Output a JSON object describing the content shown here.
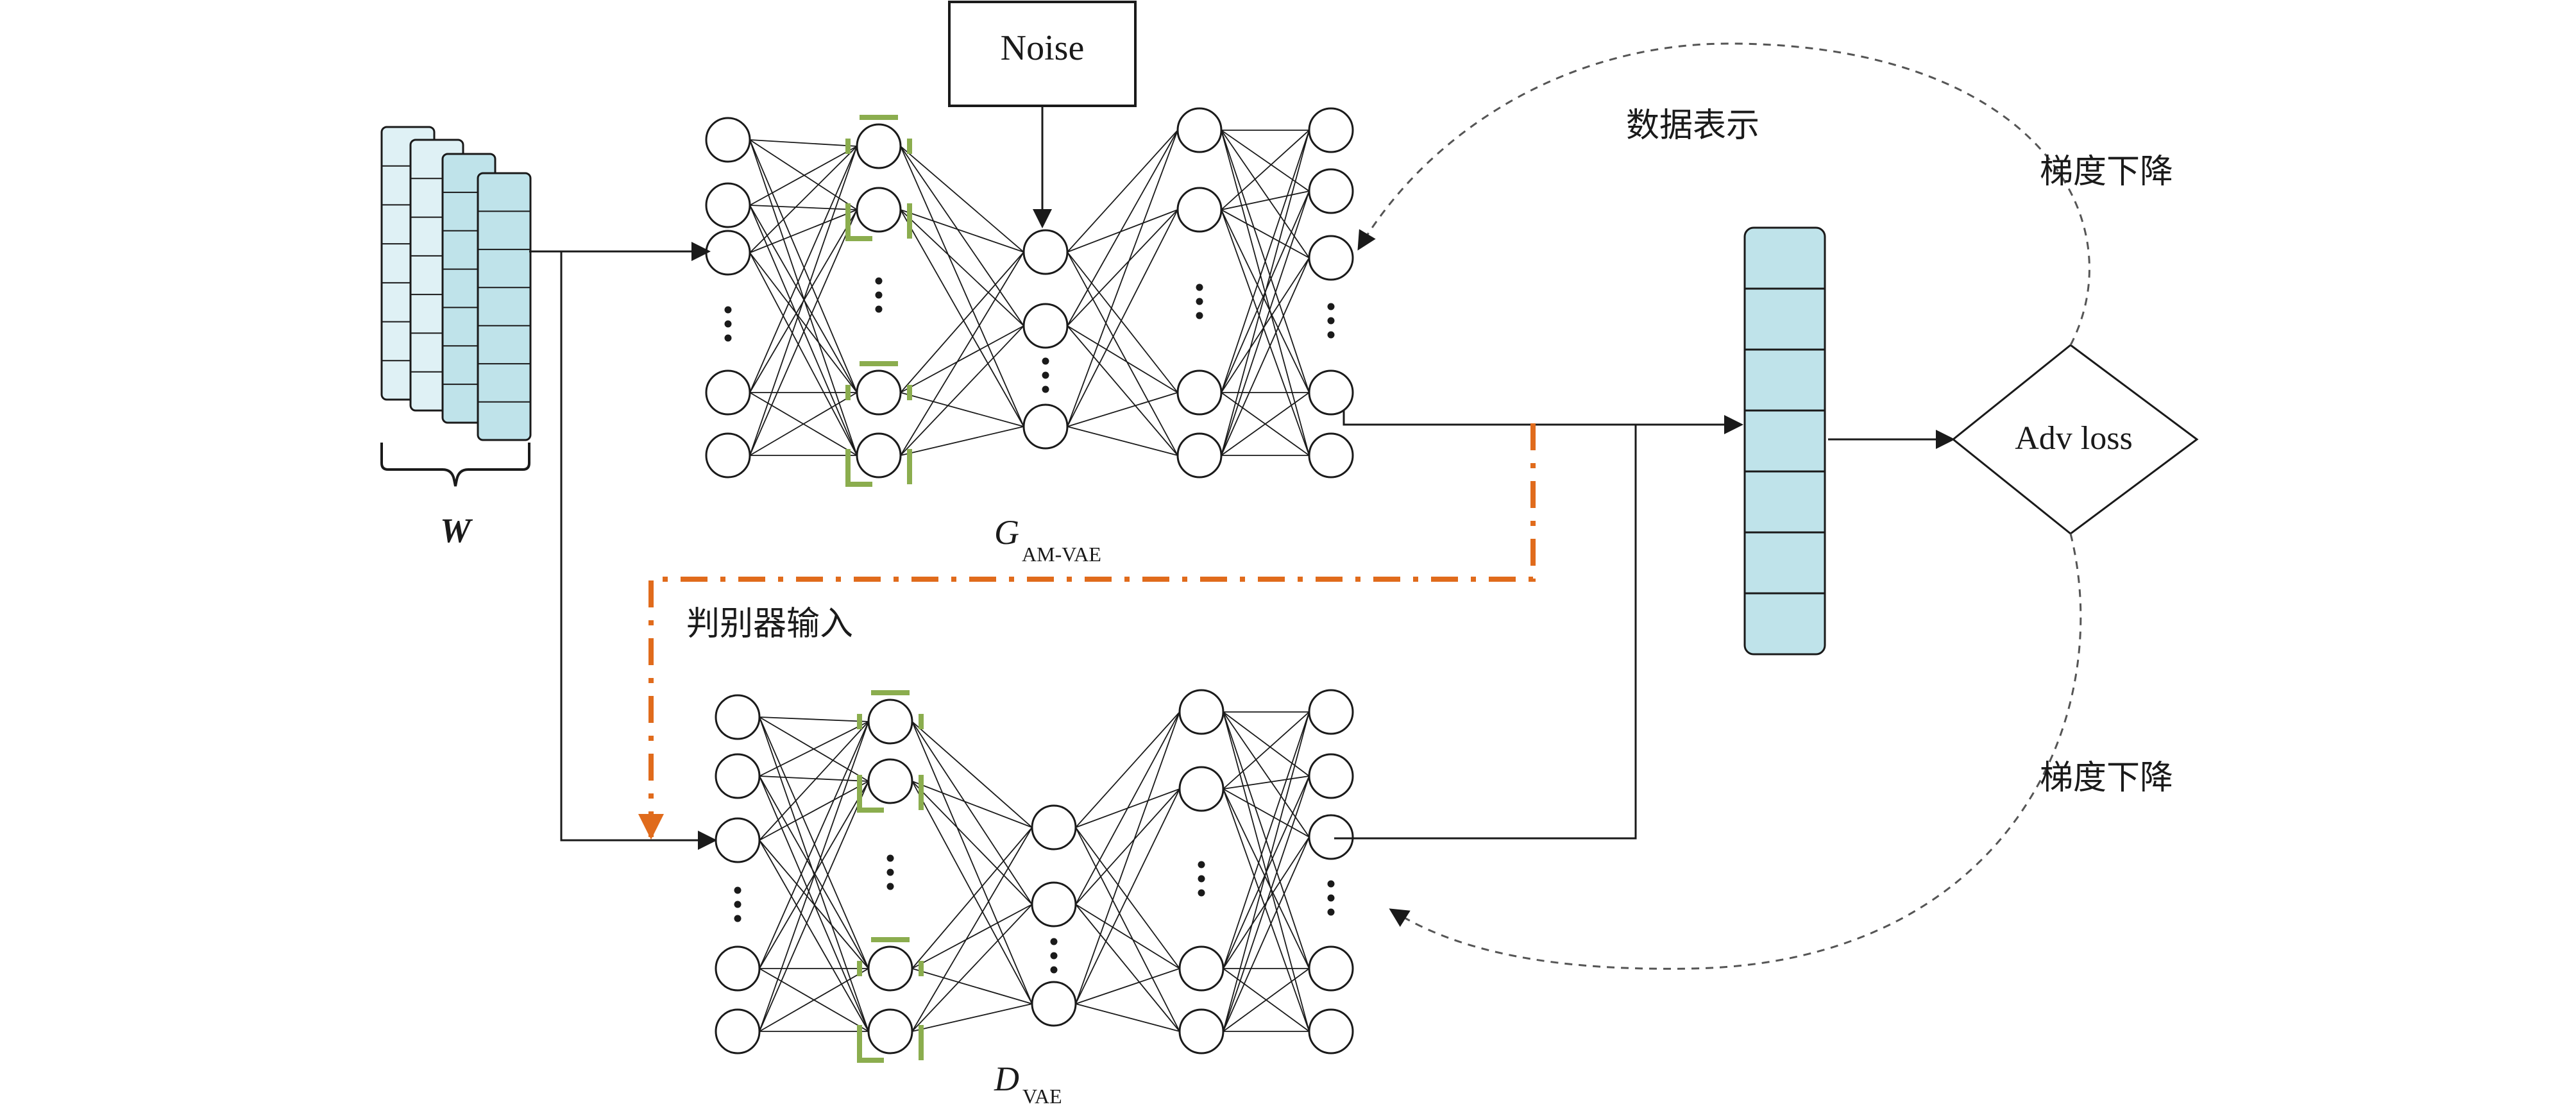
{
  "labels": {
    "noise": "Noise",
    "w_symbol": "W",
    "generator": {
      "main": "G",
      "sub": "AM-VAE"
    },
    "discriminator": {
      "main": "D",
      "sub": "VAE"
    },
    "data_representation": "数据表示",
    "discriminator_input": "判别器输入",
    "gradient_descent_top": "梯度下降",
    "gradient_descent_bottom": "梯度下降",
    "adv_loss": "Adv loss"
  },
  "colors": {
    "cell_fill": "#bfe3ea",
    "cell_fill_light": "#dff1f5",
    "highlight_green": "#8bad4e",
    "dashed_orange": "#e06b1c",
    "stroke": "#1a1a1a"
  }
}
